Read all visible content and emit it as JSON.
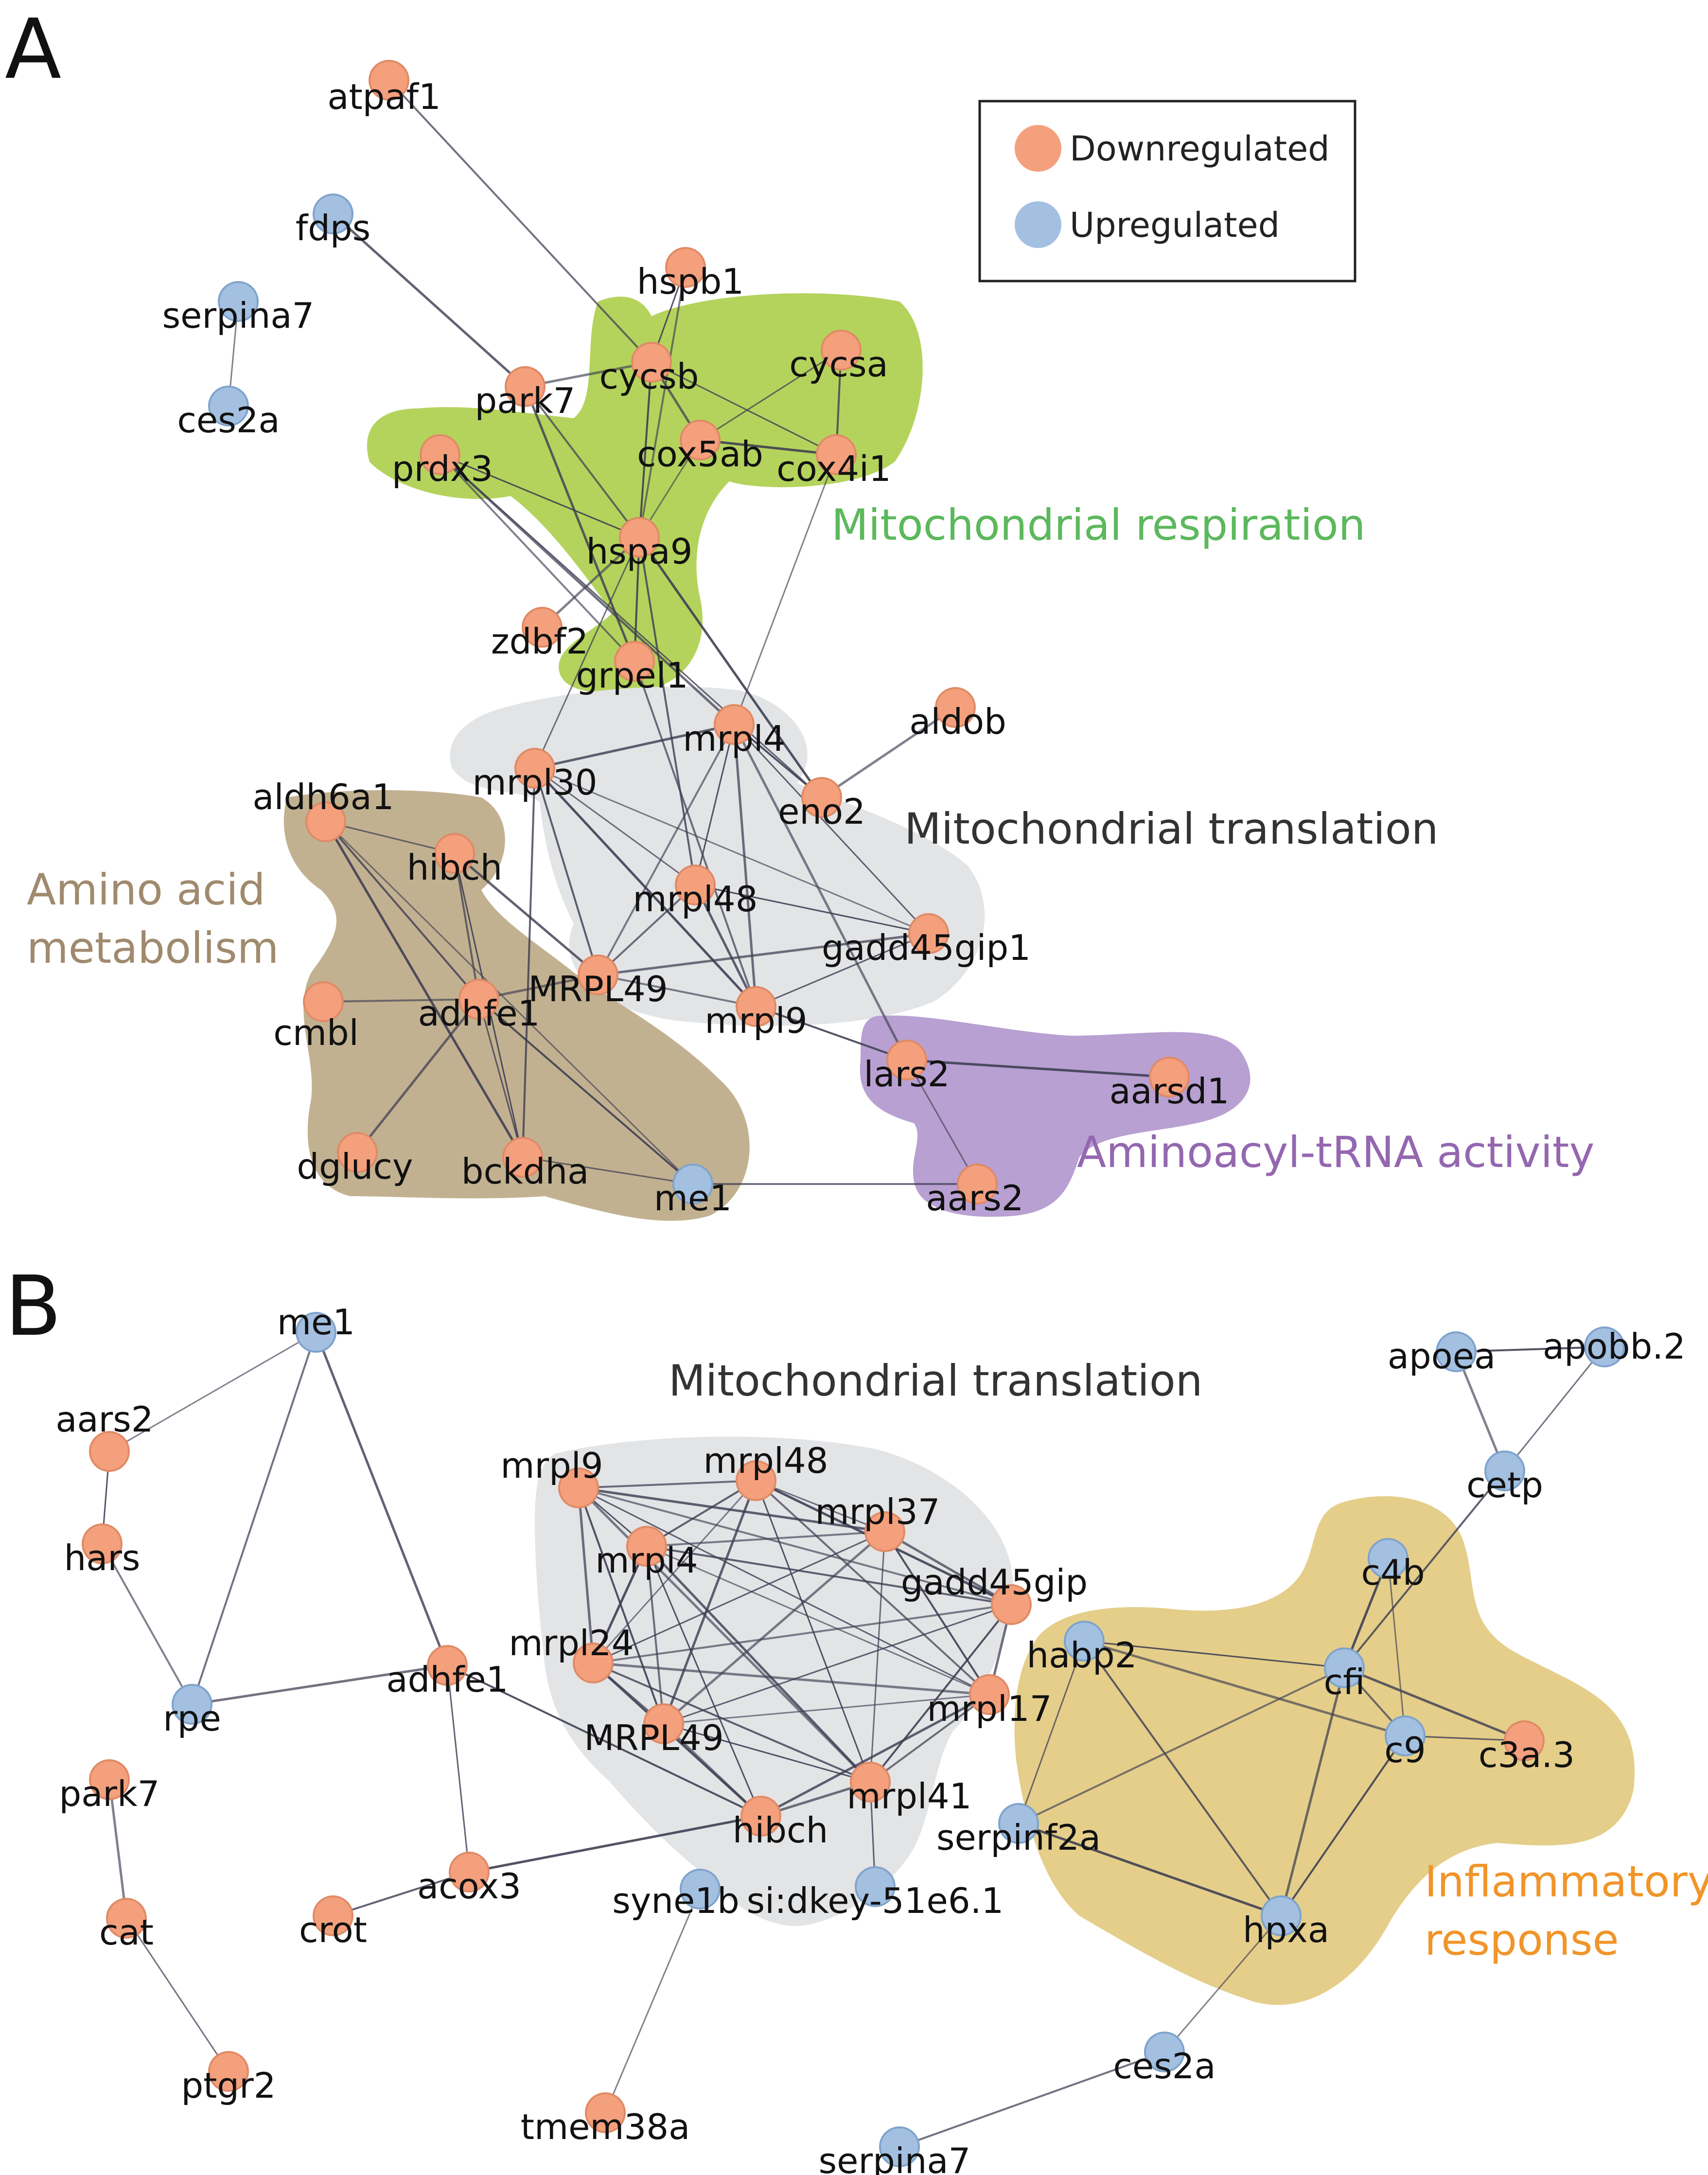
{
  "legend": {
    "items": [
      {
        "label": "Downregulated",
        "color": "#f4a07d"
      },
      {
        "label": "Upregulated",
        "color": "#a3c0e1"
      }
    ]
  },
  "colors": {
    "down": "#f4a07d",
    "down_stroke": "#e08a66",
    "up": "#a3c0e1",
    "up_stroke": "#7fa3cc",
    "edge": "#3e3e52"
  },
  "panels": [
    {
      "letter": "A",
      "clusters": [
        {
          "id": "resp",
          "label": "Mitochondrial respiration",
          "fill": "#b4d35c",
          "text_color": "#5cb85c"
        },
        {
          "id": "trans",
          "label": "Mitochondrial translation",
          "fill": "#e3e4e6",
          "text_color": "#333333"
        },
        {
          "id": "amino",
          "label": [
            "Amino acid",
            "metabolism"
          ],
          "fill": "#c2b190",
          "text_color": "#a08a6e"
        },
        {
          "id": "trna",
          "label": "Aminoacyl-tRNA activity",
          "fill": "#b8a0d2",
          "text_color": "#9467b0"
        }
      ],
      "nodes": [
        {
          "id": "atpaf1",
          "label": "atpaf1",
          "reg": "down"
        },
        {
          "id": "fdps",
          "label": "fdps",
          "reg": "up"
        },
        {
          "id": "serpina7",
          "label": "serpina7",
          "reg": "up"
        },
        {
          "id": "ces2a",
          "label": "ces2a",
          "reg": "up"
        },
        {
          "id": "hspb1",
          "label": "hspb1",
          "reg": "down"
        },
        {
          "id": "cycsb",
          "label": "cycsb",
          "reg": "down"
        },
        {
          "id": "cycsa",
          "label": "cycsa",
          "reg": "down"
        },
        {
          "id": "park7",
          "label": "park7",
          "reg": "down"
        },
        {
          "id": "prdx3",
          "label": "prdx3",
          "reg": "down"
        },
        {
          "id": "cox5ab",
          "label": "cox5ab",
          "reg": "down"
        },
        {
          "id": "cox4i1",
          "label": "cox4i1",
          "reg": "down"
        },
        {
          "id": "hspa9",
          "label": "hspa9",
          "reg": "down"
        },
        {
          "id": "zdbf2",
          "label": "zdbf2",
          "reg": "down"
        },
        {
          "id": "grpel1",
          "label": "grpel1",
          "reg": "down"
        },
        {
          "id": "mrpl4",
          "label": "mrpl4",
          "reg": "down"
        },
        {
          "id": "aldob",
          "label": "aldob",
          "reg": "down"
        },
        {
          "id": "mrpl30",
          "label": "mrpl30",
          "reg": "down"
        },
        {
          "id": "eno2",
          "label": "eno2",
          "reg": "down"
        },
        {
          "id": "aldh6a1",
          "label": "aldh6a1",
          "reg": "down"
        },
        {
          "id": "hibch",
          "label": "hibch",
          "reg": "down"
        },
        {
          "id": "mrpl48",
          "label": "mrpl48",
          "reg": "down"
        },
        {
          "id": "gadd45gip1",
          "label": "gadd45gip1",
          "reg": "down"
        },
        {
          "id": "MRPL49",
          "label": "MRPL49",
          "reg": "down"
        },
        {
          "id": "adhfe1",
          "label": "adhfe1",
          "reg": "down"
        },
        {
          "id": "cmbl",
          "label": "cmbl",
          "reg": "down"
        },
        {
          "id": "mrpl9",
          "label": "mrpl9",
          "reg": "down"
        },
        {
          "id": "lars2",
          "label": "lars2",
          "reg": "down"
        },
        {
          "id": "aarsd1",
          "label": "aarsd1",
          "reg": "down"
        },
        {
          "id": "dglucy",
          "label": "dglucy",
          "reg": "down"
        },
        {
          "id": "bckdha",
          "label": "bckdha",
          "reg": "down"
        },
        {
          "id": "me1",
          "label": "me1",
          "reg": "up"
        },
        {
          "id": "aars2",
          "label": "aars2",
          "reg": "down"
        }
      ],
      "edges": [
        [
          "serpina7",
          "ces2a"
        ],
        [
          "atpaf1",
          "cycsb"
        ],
        [
          "fdps",
          "park7"
        ],
        [
          "hspb1",
          "cycsb"
        ],
        [
          "hspb1",
          "hspa9"
        ],
        [
          "cycsb",
          "cox5ab"
        ],
        [
          "cycsb",
          "cox4i1"
        ],
        [
          "cycsb",
          "hspa9"
        ],
        [
          "cycsb",
          "park7"
        ],
        [
          "cycsa",
          "cox5ab"
        ],
        [
          "cycsa",
          "cox4i1"
        ],
        [
          "cox5ab",
          "cox4i1"
        ],
        [
          "cox5ab",
          "hspa9"
        ],
        [
          "park7",
          "hspa9"
        ],
        [
          "park7",
          "grpel1"
        ],
        [
          "prdx3",
          "hspa9"
        ],
        [
          "prdx3",
          "grpel1"
        ],
        [
          "prdx3",
          "mrpl4"
        ],
        [
          "prdx3",
          "eno2"
        ],
        [
          "hspa9",
          "grpel1"
        ],
        [
          "hspa9",
          "zdbf2"
        ],
        [
          "hspa9",
          "mrpl30"
        ],
        [
          "hspa9",
          "mrpl48"
        ],
        [
          "hspa9",
          "eno2"
        ],
        [
          "cox4i1",
          "mrpl4"
        ],
        [
          "grpel1",
          "mrpl9"
        ],
        [
          "mrpl4",
          "mrpl30"
        ],
        [
          "mrpl4",
          "mrpl48"
        ],
        [
          "mrpl4",
          "MRPL49"
        ],
        [
          "mrpl4",
          "mrpl9"
        ],
        [
          "mrpl4",
          "gadd45gip1"
        ],
        [
          "mrpl4",
          "eno2"
        ],
        [
          "mrpl4",
          "lars2"
        ],
        [
          "mrpl30",
          "mrpl48"
        ],
        [
          "mrpl30",
          "MRPL49"
        ],
        [
          "mrpl30",
          "mrpl9"
        ],
        [
          "mrpl30",
          "gadd45gip1"
        ],
        [
          "mrpl48",
          "MRPL49"
        ],
        [
          "mrpl48",
          "mrpl9"
        ],
        [
          "mrpl48",
          "gadd45gip1"
        ],
        [
          "MRPL49",
          "mrpl9"
        ],
        [
          "MRPL49",
          "gadd45gip1"
        ],
        [
          "mrpl9",
          "gadd45gip1"
        ],
        [
          "mrpl9",
          "lars2"
        ],
        [
          "aldob",
          "eno2"
        ],
        [
          "aldh6a1",
          "hibch"
        ],
        [
          "aldh6a1",
          "adhfe1"
        ],
        [
          "aldh6a1",
          "bckdha"
        ],
        [
          "aldh6a1",
          "me1"
        ],
        [
          "hibch",
          "adhfe1"
        ],
        [
          "hibch",
          "MRPL49"
        ],
        [
          "hibch",
          "bckdha"
        ],
        [
          "adhfe1",
          "cmbl"
        ],
        [
          "adhfe1",
          "dglucy"
        ],
        [
          "adhfe1",
          "bckdha"
        ],
        [
          "adhfe1",
          "me1"
        ],
        [
          "adhfe1",
          "MRPL49"
        ],
        [
          "bckdha",
          "me1"
        ],
        [
          "bckdha",
          "mrpl30"
        ],
        [
          "lars2",
          "aarsd1"
        ],
        [
          "lars2",
          "aars2"
        ],
        [
          "me1",
          "aars2"
        ]
      ]
    },
    {
      "letter": "B",
      "clusters": [
        {
          "id": "trans2",
          "label": "Mitochondrial translation",
          "fill": "#e3e4e6",
          "text_color": "#333333"
        },
        {
          "id": "inflam",
          "label": [
            "Inflammatory",
            "response"
          ],
          "fill": "#e4ce8a",
          "text_color": "#f0952a"
        }
      ],
      "nodes": [
        {
          "id": "me1",
          "label": "me1",
          "reg": "up"
        },
        {
          "id": "aars2",
          "label": "aars2",
          "reg": "down"
        },
        {
          "id": "hars",
          "label": "hars",
          "reg": "down"
        },
        {
          "id": "rpe",
          "label": "rpe",
          "reg": "up"
        },
        {
          "id": "adhfe1",
          "label": "adhfe1",
          "reg": "down"
        },
        {
          "id": "park7",
          "label": "park7",
          "reg": "down"
        },
        {
          "id": "cat",
          "label": "cat",
          "reg": "down"
        },
        {
          "id": "ptgr2",
          "label": "ptgr2",
          "reg": "down"
        },
        {
          "id": "crot",
          "label": "crot",
          "reg": "down"
        },
        {
          "id": "acox3",
          "label": "acox3",
          "reg": "down"
        },
        {
          "id": "syne1b",
          "label": "syne1b",
          "reg": "up"
        },
        {
          "id": "tmem38a",
          "label": "tmem38a",
          "reg": "down"
        },
        {
          "id": "mrpl9",
          "label": "mrpl9",
          "reg": "down"
        },
        {
          "id": "mrpl48",
          "label": "mrpl48",
          "reg": "down"
        },
        {
          "id": "mrpl37",
          "label": "mrpl37",
          "reg": "down"
        },
        {
          "id": "mrpl4",
          "label": "mrpl4",
          "reg": "down"
        },
        {
          "id": "gadd45gip",
          "label": "gadd45gip",
          "reg": "down"
        },
        {
          "id": "mrpl24",
          "label": "mrpl24",
          "reg": "down"
        },
        {
          "id": "mrpl17",
          "label": "mrpl17",
          "reg": "down"
        },
        {
          "id": "MRPL49",
          "label": "MRPL49",
          "reg": "down"
        },
        {
          "id": "mrpl41",
          "label": "mrpl41",
          "reg": "down"
        },
        {
          "id": "hibch",
          "label": "hibch",
          "reg": "down"
        },
        {
          "id": "sidkey",
          "label": "si:dkey-51e6.1",
          "reg": "up"
        },
        {
          "id": "apoea",
          "label": "apoea",
          "reg": "up"
        },
        {
          "id": "apobb2",
          "label": "apobb.2",
          "reg": "up"
        },
        {
          "id": "cetp",
          "label": "cetp",
          "reg": "up"
        },
        {
          "id": "c4b",
          "label": "c4b",
          "reg": "up"
        },
        {
          "id": "habp2",
          "label": "habp2",
          "reg": "up"
        },
        {
          "id": "cfi",
          "label": "cfi",
          "reg": "up"
        },
        {
          "id": "c9",
          "label": "c9",
          "reg": "up"
        },
        {
          "id": "c3a3",
          "label": "c3a.3",
          "reg": "down"
        },
        {
          "id": "serpinf2a",
          "label": "serpinf2a",
          "reg": "up"
        },
        {
          "id": "hpxa",
          "label": "hpxa",
          "reg": "up"
        },
        {
          "id": "ces2a",
          "label": "ces2a",
          "reg": "up"
        },
        {
          "id": "serpina7",
          "label": "serpina7",
          "reg": "up"
        }
      ],
      "edges": [
        [
          "me1",
          "aars2"
        ],
        [
          "me1",
          "rpe"
        ],
        [
          "me1",
          "adhfe1"
        ],
        [
          "aars2",
          "hars"
        ],
        [
          "hars",
          "rpe"
        ],
        [
          "rpe",
          "adhfe1"
        ],
        [
          "adhfe1",
          "acox3"
        ],
        [
          "adhfe1",
          "hibch"
        ],
        [
          "park7",
          "cat"
        ],
        [
          "cat",
          "ptgr2"
        ],
        [
          "crot",
          "acox3"
        ],
        [
          "acox3",
          "hibch"
        ],
        [
          "syne1b",
          "tmem38a"
        ],
        [
          "mrpl9",
          "mrpl48"
        ],
        [
          "mrpl9",
          "mrpl37"
        ],
        [
          "mrpl9",
          "mrpl4"
        ],
        [
          "mrpl9",
          "gadd45gip"
        ],
        [
          "mrpl9",
          "mrpl24"
        ],
        [
          "mrpl9",
          "mrpl17"
        ],
        [
          "mrpl9",
          "MRPL49"
        ],
        [
          "mrpl9",
          "mrpl41"
        ],
        [
          "mrpl48",
          "mrpl37"
        ],
        [
          "mrpl48",
          "mrpl4"
        ],
        [
          "mrpl48",
          "gadd45gip"
        ],
        [
          "mrpl48",
          "mrpl24"
        ],
        [
          "mrpl48",
          "mrpl17"
        ],
        [
          "mrpl48",
          "MRPL49"
        ],
        [
          "mrpl48",
          "mrpl41"
        ],
        [
          "mrpl37",
          "mrpl4"
        ],
        [
          "mrpl37",
          "gadd45gip"
        ],
        [
          "mrpl37",
          "mrpl24"
        ],
        [
          "mrpl37",
          "mrpl17"
        ],
        [
          "mrpl37",
          "MRPL49"
        ],
        [
          "mrpl37",
          "mrpl41"
        ],
        [
          "mrpl4",
          "gadd45gip"
        ],
        [
          "mrpl4",
          "mrpl24"
        ],
        [
          "mrpl4",
          "mrpl17"
        ],
        [
          "mrpl4",
          "MRPL49"
        ],
        [
          "mrpl4",
          "mrpl41"
        ],
        [
          "mrpl4",
          "hibch"
        ],
        [
          "gadd45gip",
          "mrpl24"
        ],
        [
          "gadd45gip",
          "mrpl17"
        ],
        [
          "gadd45gip",
          "MRPL49"
        ],
        [
          "gadd45gip",
          "mrpl41"
        ],
        [
          "mrpl24",
          "mrpl17"
        ],
        [
          "mrpl24",
          "MRPL49"
        ],
        [
          "mrpl24",
          "mrpl41"
        ],
        [
          "mrpl24",
          "hibch"
        ],
        [
          "mrpl17",
          "MRPL49"
        ],
        [
          "mrpl17",
          "mrpl41"
        ],
        [
          "mrpl17",
          "hibch"
        ],
        [
          "MRPL49",
          "mrpl41"
        ],
        [
          "MRPL49",
          "hibch"
        ],
        [
          "mrpl41",
          "hibch"
        ],
        [
          "mrpl41",
          "sidkey"
        ],
        [
          "apoea",
          "apobb2"
        ],
        [
          "apoea",
          "cetp"
        ],
        [
          "apobb2",
          "cetp"
        ],
        [
          "cetp",
          "cfi"
        ],
        [
          "c4b",
          "cfi"
        ],
        [
          "c4b",
          "c9"
        ],
        [
          "cfi",
          "c9"
        ],
        [
          "cfi",
          "c3a3"
        ],
        [
          "cfi",
          "habp2"
        ],
        [
          "cfi",
          "serpinf2a"
        ],
        [
          "cfi",
          "hpxa"
        ],
        [
          "c9",
          "c3a3"
        ],
        [
          "c9",
          "hpxa"
        ],
        [
          "c9",
          "habp2"
        ],
        [
          "habp2",
          "serpinf2a"
        ],
        [
          "habp2",
          "hpxa"
        ],
        [
          "serpinf2a",
          "hpxa"
        ],
        [
          "hpxa",
          "ces2a"
        ],
        [
          "ces2a",
          "serpina7"
        ]
      ]
    }
  ]
}
